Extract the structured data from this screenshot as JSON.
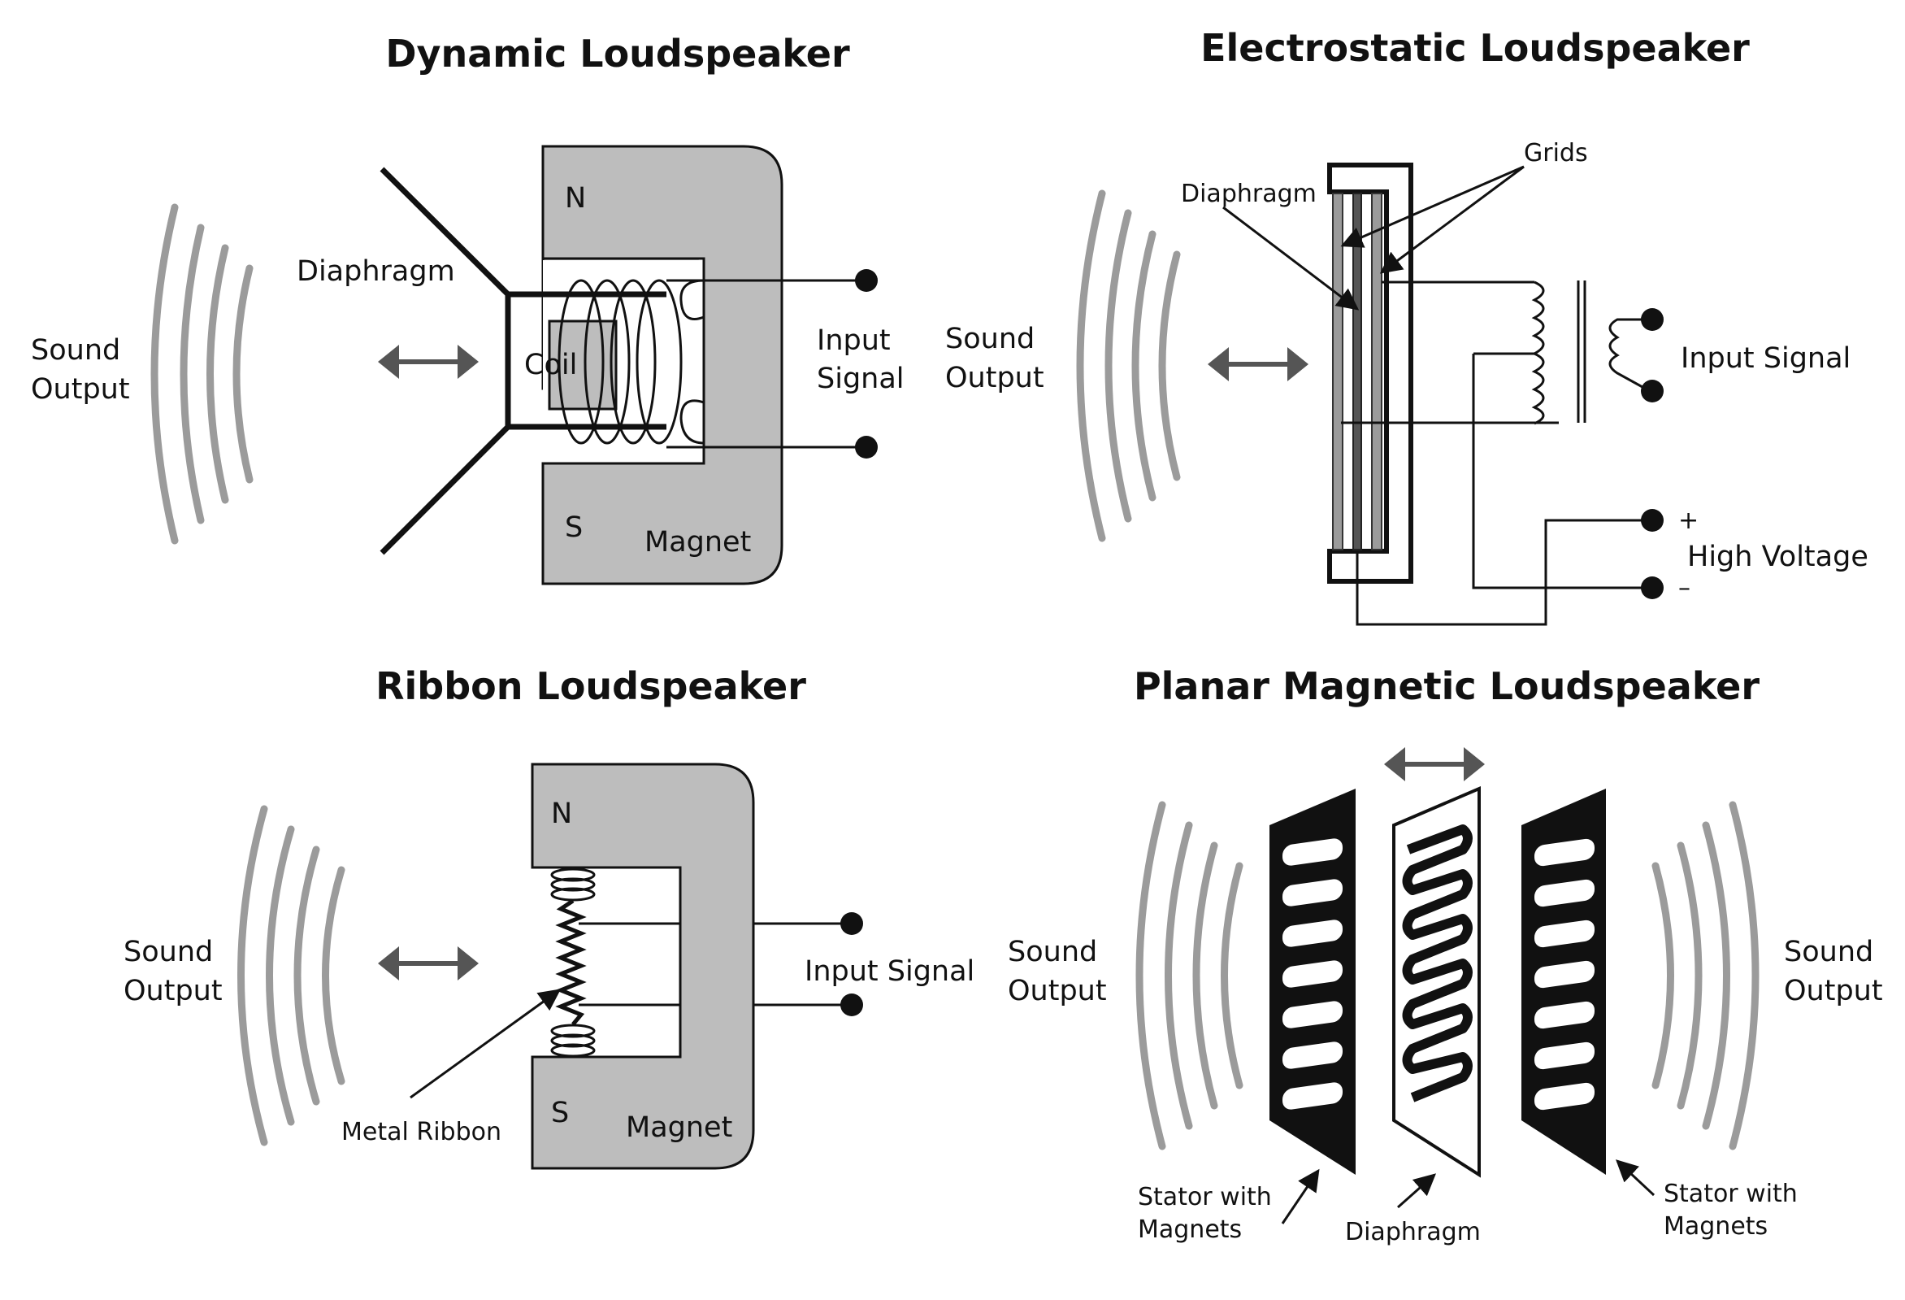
{
  "panels": {
    "dynamic": {
      "title": "Dynamic Loudspeaker",
      "sound_output": [
        "Sound",
        "Output"
      ],
      "diaphragm": "Diaphragm",
      "coil": "Coil",
      "pole_n": "N",
      "pole_s": "S",
      "magnet": "Magnet",
      "input": [
        "Input",
        "Signal"
      ]
    },
    "electrostatic": {
      "title": "Electrostatic Loudspeaker",
      "sound_output": [
        "Sound",
        "Output"
      ],
      "grids": "Grids",
      "diaphragm": "Diaphragm",
      "input": "Input Signal",
      "plus": "+",
      "minus": "–",
      "high_voltage": "High Voltage"
    },
    "ribbon": {
      "title": "Ribbon Loudspeaker",
      "sound_output": [
        "Sound",
        "Output"
      ],
      "pole_n": "N",
      "pole_s": "S",
      "magnet": "Magnet",
      "metal_ribbon": "Metal Ribbon",
      "input": "Input Signal"
    },
    "planar": {
      "title": "Planar Magnetic Loudspeaker",
      "sound_output_left": [
        "Sound",
        "Output"
      ],
      "sound_output_right": [
        "Sound",
        "Output"
      ],
      "stator_left": [
        "Stator with",
        "Magnets"
      ],
      "diaphragm": "Diaphragm",
      "stator_right": [
        "Stator with",
        "Magnets"
      ]
    }
  },
  "colors": {
    "wave": "#9b9b9b",
    "arrow": "#555555",
    "magnet": "#bdbdbd",
    "ink": "#111111"
  }
}
